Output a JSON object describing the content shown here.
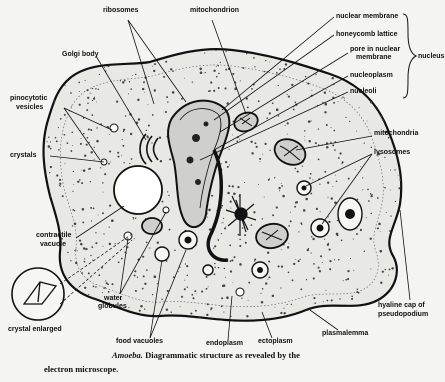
{
  "labels": {
    "ribosomes": "ribosomes",
    "mitochondrion_top": "mitochondrion",
    "nuclear_membrane": "nuclear membrane",
    "honeycomb_lattice": "honeycomb lattice",
    "pore_line1": "pore in nuclear",
    "pore_line2": "membrane",
    "nucleoplasm": "nucleoplasm",
    "nucleoli": "nucleoli",
    "nucleus": "nucleus",
    "golgi_body": "Golgi body",
    "pinocytotic_line1": "pinocytotic",
    "pinocytotic_line2": "vesicles",
    "crystals": "crystals",
    "mitochondria_right": "mitochondria",
    "lysosomes": "lysosomes",
    "contractile_line1": "contractile",
    "contractile_line2": "vacuole",
    "water_line1": "water",
    "water_line2": "globules",
    "hyaline_line1": "hyaline cap of",
    "hyaline_line2": "pseudopodium",
    "crystal_enlarged": "crystal enlarged",
    "food_vacuoles": "food vacuoles",
    "endoplasm": "endoplasm",
    "ectoplasm": "ectoplasm",
    "plasmalemma": "plasmalemma"
  },
  "caption": {
    "organism": "Amoeba.",
    "line1": "Diagrammatic structure as revealed by the",
    "line2": "electron microscope."
  },
  "colors": {
    "ink": "#111111",
    "paper": "#f4f4f2",
    "stipple": "#444444"
  }
}
